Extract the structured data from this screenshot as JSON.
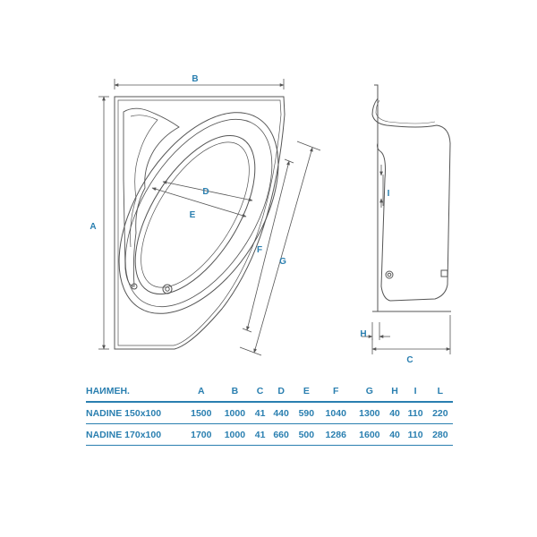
{
  "dimension_labels": {
    "A": "A",
    "B": "B",
    "C": "C",
    "D": "D",
    "E": "E",
    "F": "F",
    "G": "G",
    "H": "H",
    "I": "I"
  },
  "table": {
    "headers": [
      "НАИМЕН.",
      "A",
      "B",
      "C",
      "D",
      "E",
      "F",
      "G",
      "H",
      "I",
      "L"
    ],
    "rows": [
      [
        "NADINE 150x100",
        "1500",
        "1000",
        "41",
        "440",
        "590",
        "1040",
        "1300",
        "40",
        "110",
        "220"
      ],
      [
        "NADINE 170x100",
        "1700",
        "1000",
        "41",
        "660",
        "500",
        "1286",
        "1600",
        "40",
        "110",
        "280"
      ]
    ]
  },
  "colors": {
    "line": "#555555",
    "accent": "#2a7fb0"
  }
}
